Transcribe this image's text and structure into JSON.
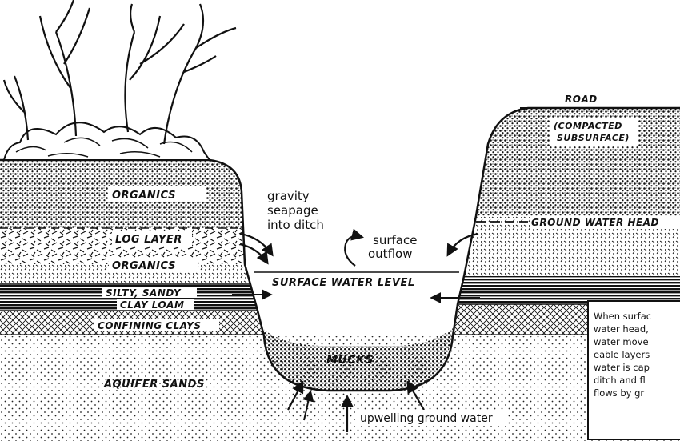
{
  "labels": {
    "organics_top": "ORGANICS",
    "log_layer": "LOG LAYER",
    "organics_mid": "ORGANICS",
    "silty_line1": "SILTY, SANDY",
    "silty_line2": "CLAY LOAM",
    "confining_clays": "CONFINING CLAYS",
    "aquifer_sands": "AQUIFER SANDS",
    "mucks": "MUCKS",
    "gravity_line1": "gravity",
    "gravity_line2": "seapage",
    "gravity_line3": "into ditch",
    "surface_outflow_line1": "surface",
    "surface_outflow_line2": "outflow",
    "surface_water_level": "SURFACE WATER LEVEL",
    "upwelling": "upwelling ground water",
    "road": "ROAD",
    "compacted_line1": "(COMPACTED",
    "compacted_line2": "SUBSURFACE)",
    "ground_water_head": "GROUND WATER HEAD"
  },
  "note": {
    "lines": [
      "When surfac",
      "water head,",
      "water move",
      "eable layers",
      "water is cap",
      "ditch and fl",
      "flows by gr"
    ]
  }
}
